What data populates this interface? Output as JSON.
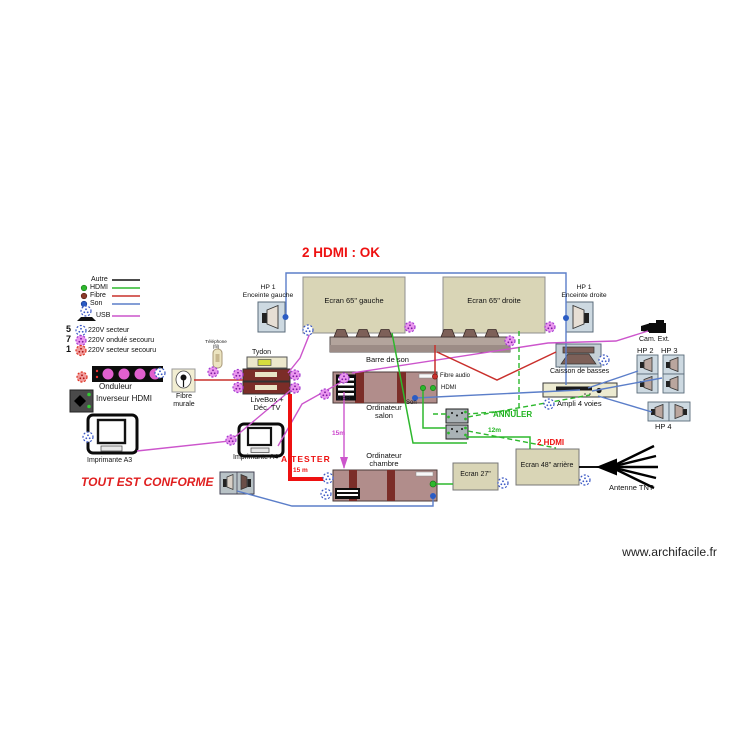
{
  "title": "2 HDMI : OK",
  "watermark": "www.archifacile.fr",
  "legend": {
    "lines": [
      {
        "label": "Autre",
        "color": "#111111"
      },
      {
        "label": "HDMI",
        "color": "#2db82d"
      },
      {
        "label": "Fibre",
        "color": "#c9302c"
      },
      {
        "label": "Son",
        "color": "#5b7ec9"
      },
      {
        "label": "USB",
        "color": "#cc55cc"
      }
    ],
    "power": [
      {
        "count": "5",
        "label": "220V secteur"
      },
      {
        "count": "7",
        "label": "220V ondulé secouru"
      },
      {
        "count": "1",
        "label": "220V secteur secouru"
      }
    ]
  },
  "annotations": {
    "conforme": "TOUT EST CONFORME",
    "a_tester": "A TESTER",
    "annuler": "ANNULER",
    "deux_hdmi": "2 HDMI",
    "len_15m_red": "15 m",
    "len_15m_usb": "15m",
    "len_12m": "12m"
  },
  "components": {
    "onduleur": "Onduleur",
    "inverseur_hdmi": "Inverseur HDMI",
    "fibre_murale": "Fibre\nmurale",
    "telephone": "Téléphone\n(fil)",
    "tydon": "Tydon",
    "livebox": "LiveBox +\nDéc. TV",
    "hp1_gauche": "HP 1\nEnceinte gauche",
    "hp1_droite": "HP 1\nEnceinte droite",
    "ecran_gauche": "Ecran 65\" gauche",
    "ecran_droite": "Ecran 65\" droite",
    "barre_de_son": "Barre de son",
    "fibre_audio": "Fibre audio",
    "hdmi_port": "HDMI",
    "son_port": "Son",
    "usb_hub": "USB",
    "ordinateur_salon": "Ordinateur\nsalon",
    "ordinateur_chambre": "Ordinateur\nchambre",
    "imprimante_a3": "Imprimante A3",
    "imprimante_a4": "Imprimante A4",
    "ecran_27": "Ecran 27\"",
    "ecran_48": "Ecran 48\" arrière",
    "antenne_tnt": "Antenne TNT",
    "caisson": "Caisson de basses",
    "ampli": "Ampli 4 voies",
    "hp2": "HP 2",
    "hp3": "HP 3",
    "hp4": "HP 4",
    "cam_ext": "Cam. Ext."
  }
}
